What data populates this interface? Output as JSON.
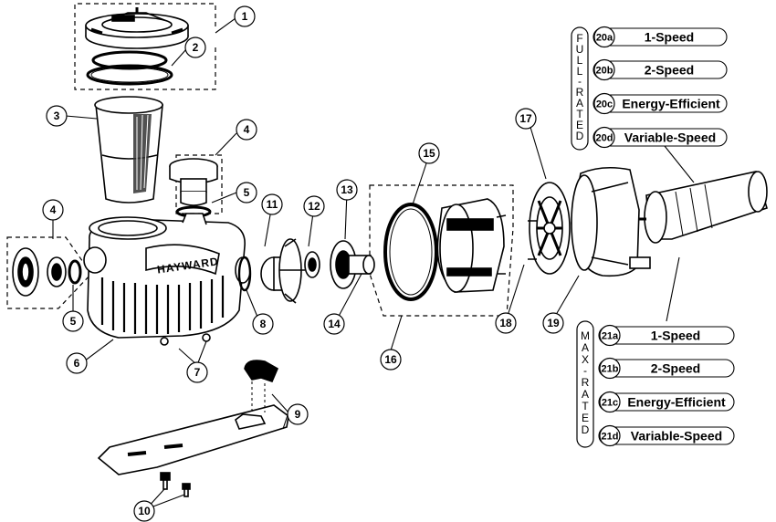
{
  "brand": "HAYWARD",
  "callouts": [
    "1",
    "2",
    "3",
    "4",
    "5",
    "4",
    "5",
    "6",
    "7",
    "8",
    "9",
    "10",
    "11",
    "12",
    "13",
    "14",
    "15",
    "16",
    "17",
    "18",
    "19"
  ],
  "full_rated": {
    "letters": [
      "F",
      "U",
      "L",
      "L",
      "-",
      "R",
      "A",
      "T",
      "E",
      "D"
    ],
    "options": [
      {
        "code": "20a",
        "label": "1-Speed"
      },
      {
        "code": "20b",
        "label": "2-Speed"
      },
      {
        "code": "20c",
        "label": "Energy-Efficient"
      },
      {
        "code": "20d",
        "label": "Variable-Speed"
      }
    ]
  },
  "max_rated": {
    "letters": [
      "M",
      "A",
      "X",
      "-",
      "R",
      "A",
      "T",
      "E",
      "D"
    ],
    "options": [
      {
        "code": "21a",
        "label": "1-Speed"
      },
      {
        "code": "21b",
        "label": "2-Speed"
      },
      {
        "code": "21c",
        "label": "Energy-Efficient"
      },
      {
        "code": "21d",
        "label": "Variable-Speed"
      }
    ]
  }
}
